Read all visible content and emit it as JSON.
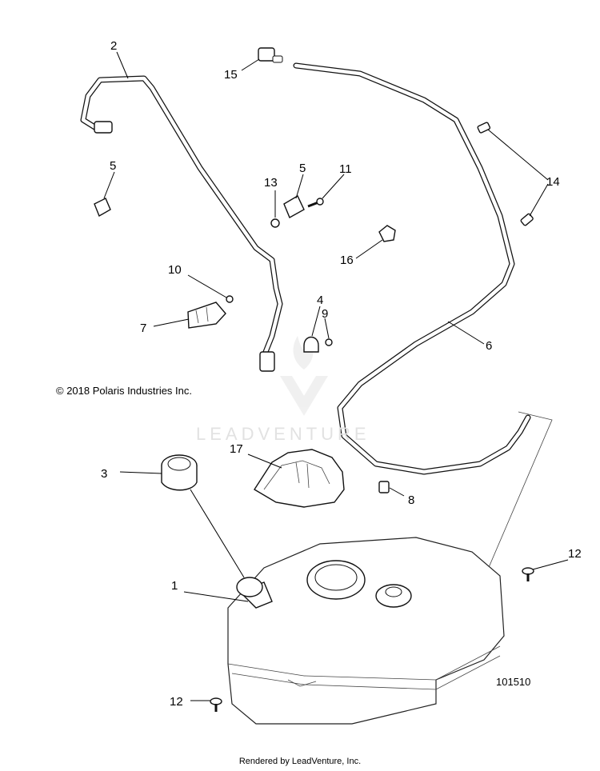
{
  "copyright": "© 2018 Polaris Industries Inc.",
  "diagram_id": "101510",
  "footer": "Rendered by LeadVenture, Inc.",
  "watermark": "LEADVENTURE",
  "callouts": {
    "fuel_tank": "1",
    "vent_line_left": "2",
    "fuel_cap": "3",
    "clip_center": "4",
    "clip_upper_left": "5",
    "clip_upper_center": "5",
    "vent_line_right": "6",
    "bracket": "7",
    "clip_lower": "8",
    "nut_center": "9",
    "screw_left": "10",
    "screw_upper": "11",
    "bolt_upper_right": "12",
    "bolt_lower_left": "12",
    "nut_upper": "13",
    "connectors_right": "14",
    "valve_top": "15",
    "clamp_right": "16",
    "heat_shield": "17"
  }
}
